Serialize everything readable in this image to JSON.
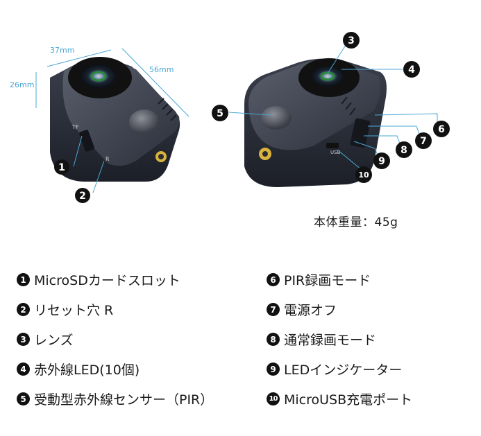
{
  "dimensions": {
    "width": "37mm",
    "height": "26mm",
    "depth": "56mm"
  },
  "callouts": [
    "1",
    "2",
    "3",
    "4",
    "5",
    "6",
    "7",
    "8",
    "9",
    "10"
  ],
  "device_labels": {
    "tf": "TF",
    "r": "R",
    "usb": "USB"
  },
  "weight_text": "本体重量：45g",
  "legend": [
    {
      "num": "1",
      "label": "MicroSDカードスロット"
    },
    {
      "num": "2",
      "label": "リセット穴 R"
    },
    {
      "num": "3",
      "label": "レンズ"
    },
    {
      "num": "4",
      "label": "赤外線LED(10個)"
    },
    {
      "num": "5",
      "label": "受動型赤外線センサー（PIR）"
    },
    {
      "num": "6",
      "label": "PIR録画モード"
    },
    {
      "num": "7",
      "label": "電源オフ"
    },
    {
      "num": "8",
      "label": "通常録画モード"
    },
    {
      "num": "9",
      "label": "LEDインジケーター"
    },
    {
      "num": "10",
      "label": "MicroUSB充電ポート"
    }
  ],
  "colors": {
    "dimension_line": "#4aa7d6",
    "body": "#3c4150",
    "badge": "#111111",
    "lens_ring": "#2a8a3a"
  }
}
